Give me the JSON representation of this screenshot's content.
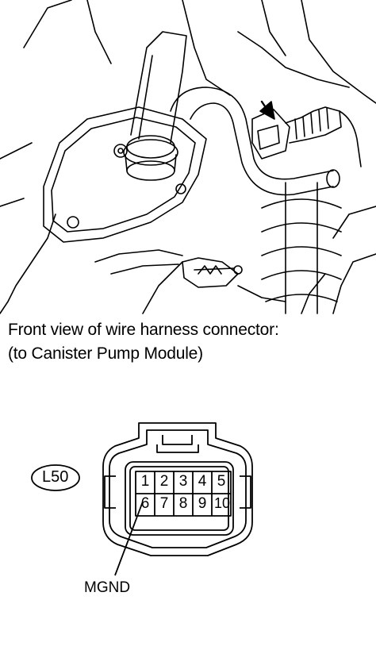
{
  "caption": {
    "line1": "Front view of wire harness connector:",
    "line2": "(to Canister Pump Module)"
  },
  "connector": {
    "code": "L50",
    "pins_row1": [
      "1",
      "2",
      "3",
      "4",
      "5"
    ],
    "pins_row2": [
      "6",
      "7",
      "8",
      "9",
      "10"
    ],
    "callout_label": "MGND"
  },
  "icons": {
    "illustration": "engine-bay-line-drawing",
    "pointer": "arrow-icon"
  }
}
